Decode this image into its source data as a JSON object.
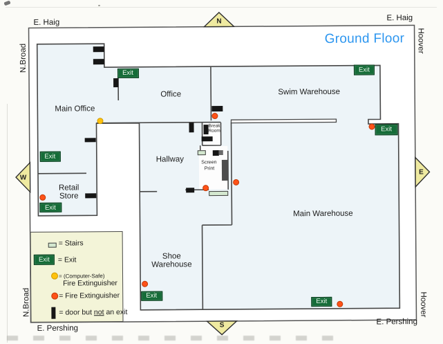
{
  "title": "Ground Floor",
  "exit_label": "Exit",
  "streets": {
    "top_left": "E. Haig",
    "top_right": "E. Haig",
    "left_top": "N.Broad",
    "left_bottom": "N.Broad",
    "right_top": "Hoover",
    "right_bottom": "Hoover",
    "bottom_left": "E. Pershing",
    "bottom_right": "E. Pershing"
  },
  "compass": {
    "north": "N",
    "south": "S",
    "east": "E",
    "west": "W"
  },
  "rooms": {
    "main_office": "Main Office",
    "office": "Office",
    "swim_warehouse": "Swim Warehouse",
    "hallway": "Hallway",
    "break_room_1": "Break",
    "break_room_2": "Room",
    "screen_print_1": "Screen",
    "screen_print_2": "Print",
    "retail_1": "Retail",
    "retail_2": "Store",
    "shoe_1": "Shoe",
    "shoe_2": "Warehouse",
    "main_warehouse": "Main Warehouse"
  },
  "legend": {
    "stairs": "= Stairs",
    "exit": "= Exit",
    "computer_safe_prefix": "= (Computer-Safe)",
    "computer_safe_line2": "Fire Extinguisher",
    "fire_ext": "= Fire Extinguisher",
    "door_pre": "= door but ",
    "door_not": "not",
    "door_post": " an exit"
  },
  "colors": {
    "exit_green": "#156c38",
    "fire_extinguisher_orange": "#ff5218",
    "computer_safe_yellow": "#ffc20e",
    "stairs_green": "#d4e8d0",
    "title_blue": "#2b95ef",
    "compass_yellow": "#efeaa0",
    "wall_gray": "#474747"
  }
}
